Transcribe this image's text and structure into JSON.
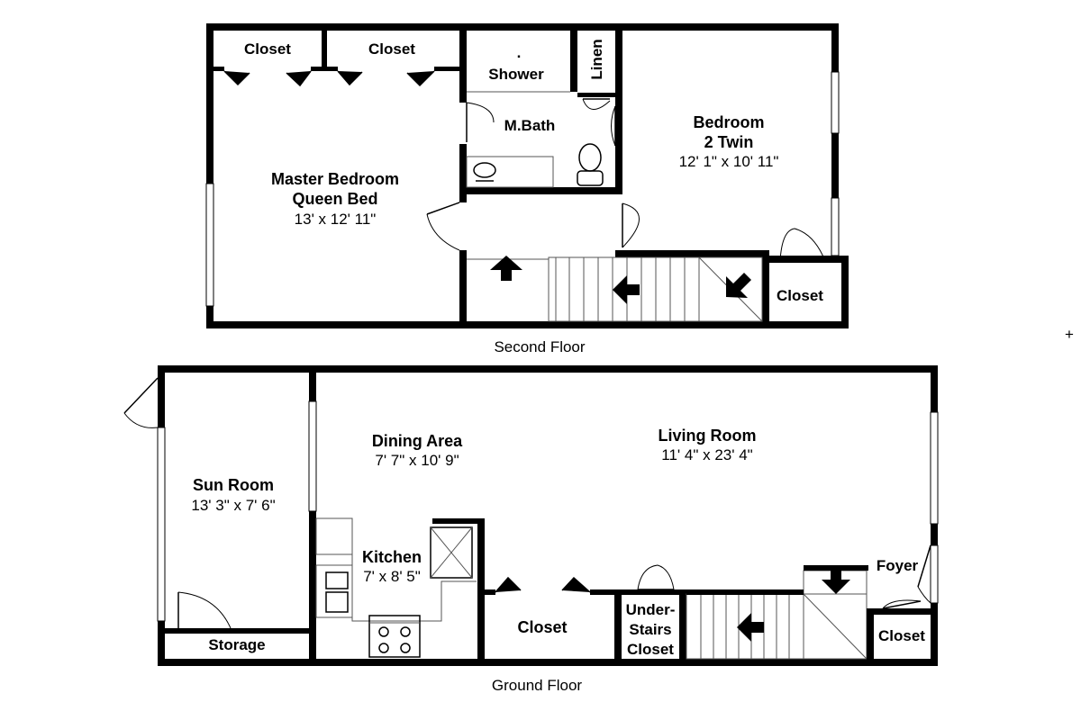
{
  "floors": {
    "second": "Second Floor",
    "ground": "Ground Floor"
  },
  "second_floor": {
    "closet_1": "Closet",
    "closet_2": "Closet",
    "shower_dot": ".",
    "shower": "Shower",
    "linen": "Linen",
    "mbath": "M.Bath",
    "master_title_1": "Master Bedroom",
    "master_title_2": "Queen Bed",
    "master_dims": "13' x 12' 11\"",
    "bedroom2_title_1": "Bedroom",
    "bedroom2_title_2": "2 Twin",
    "bedroom2_dims": "12' 1\" x 10' 11\"",
    "closet_3": "Closet"
  },
  "ground_floor": {
    "sunroom_title": "Sun Room",
    "sunroom_dims": "13' 3\" x 7' 6\"",
    "storage": "Storage",
    "dining_title": "Dining Area",
    "dining_dims": "7' 7\" x 10' 9\"",
    "living_title": "Living Room",
    "living_dims": "11' 4\" x 23' 4\"",
    "kitchen_title": "Kitchen",
    "kitchen_dims": "7' x 8' 5\"",
    "closet": "Closet",
    "understairs_1": "Under-",
    "understairs_2": "Stairs",
    "understairs_3": "Closet",
    "foyer": "Foyer",
    "foyer_closet": "Closet"
  },
  "icons": {
    "stair_arrow": "arrow-icon",
    "door_swing": "door-swing-icon",
    "window": "window-icon"
  },
  "colors": {
    "wall": "#000000",
    "background": "#ffffff"
  }
}
